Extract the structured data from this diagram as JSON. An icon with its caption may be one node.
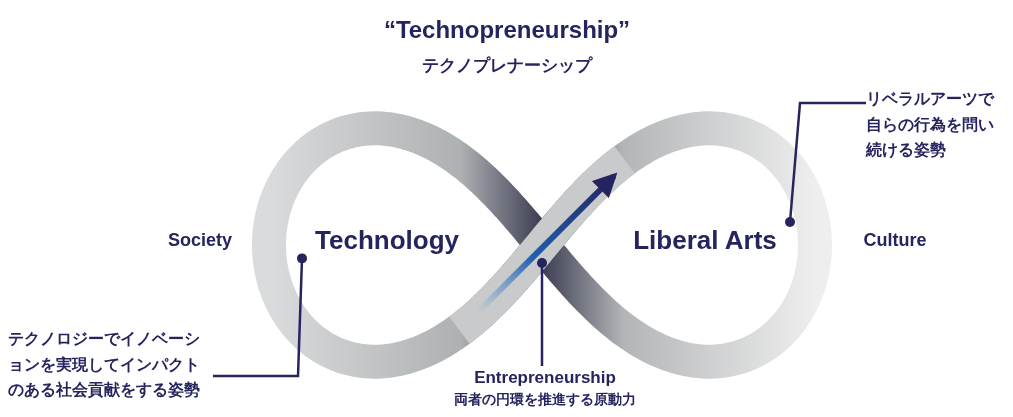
{
  "diagram": {
    "title": "“Technopreneurship”",
    "nodes": [
      {
        "text": [
          "テクノロジーでイノベーションを実現してインパクトのある社会貢献をする姿勢"
        ]
      },
      {
        "text": [
          "リベラルアーツで自らの行為を問い続ける姿勢"
        ]
      },
      {
        "text": [
          "Entrepreneurship",
          "両者の円環を推進する原動力"
        ]
      },
      {
        "text": [
          "Technology"
        ]
      },
      {
        "text": [
          "Liberal Arts"
        ]
      }
    ],
    "edges": [
      {
        "from": 0,
        "to": 3,
        "arrow": "other"
      },
      {
        "from": 1,
        "to": 4,
        "arrow": "other"
      },
      {
        "from": 2,
        "to": null,
        "arrow": "other"
      }
    ],
    "labels": [
      "テクノプレナーシップ",
      "Society",
      "Culture"
    ]
  }
}
